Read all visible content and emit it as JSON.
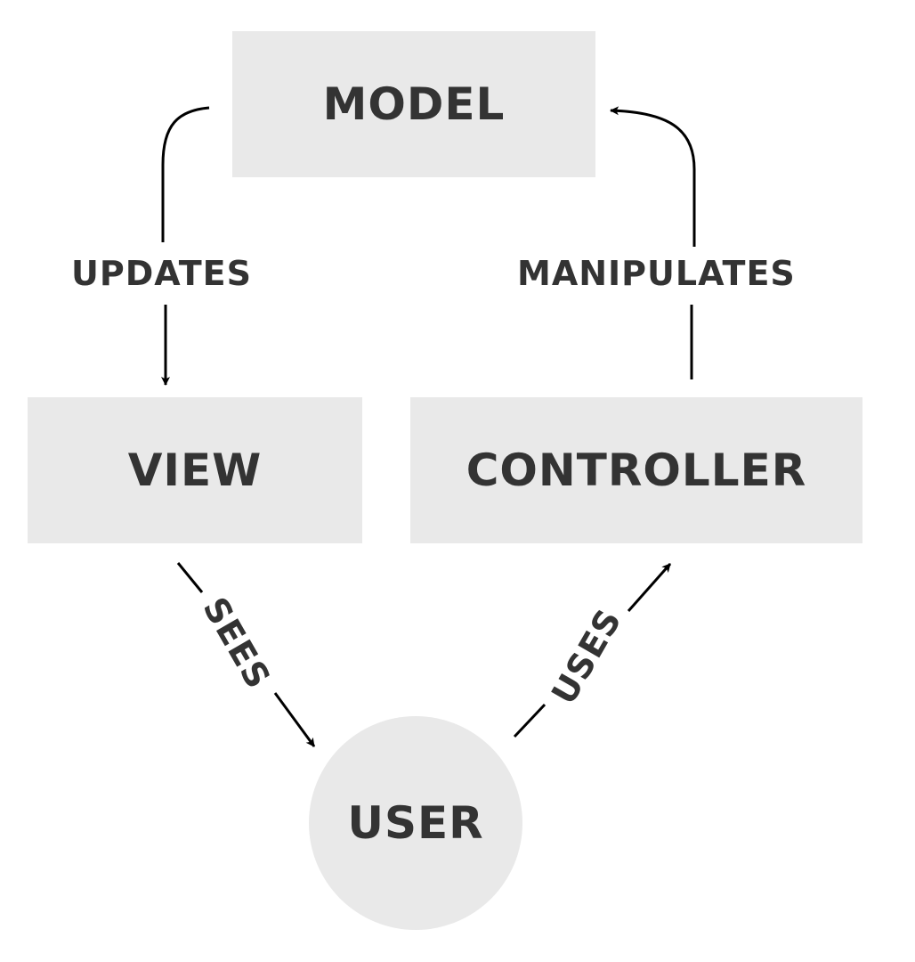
{
  "nodes": {
    "model": "MODEL",
    "view": "VIEW",
    "controller": "CONTROLLER",
    "user": "USER"
  },
  "edges": {
    "updates": "UPDATES",
    "manipulates": "MANIPULATES",
    "sees": "SEES",
    "uses": "USES"
  },
  "colors": {
    "node_fill": "#e9e9e9",
    "text": "#333333",
    "arrow": "#000000"
  }
}
